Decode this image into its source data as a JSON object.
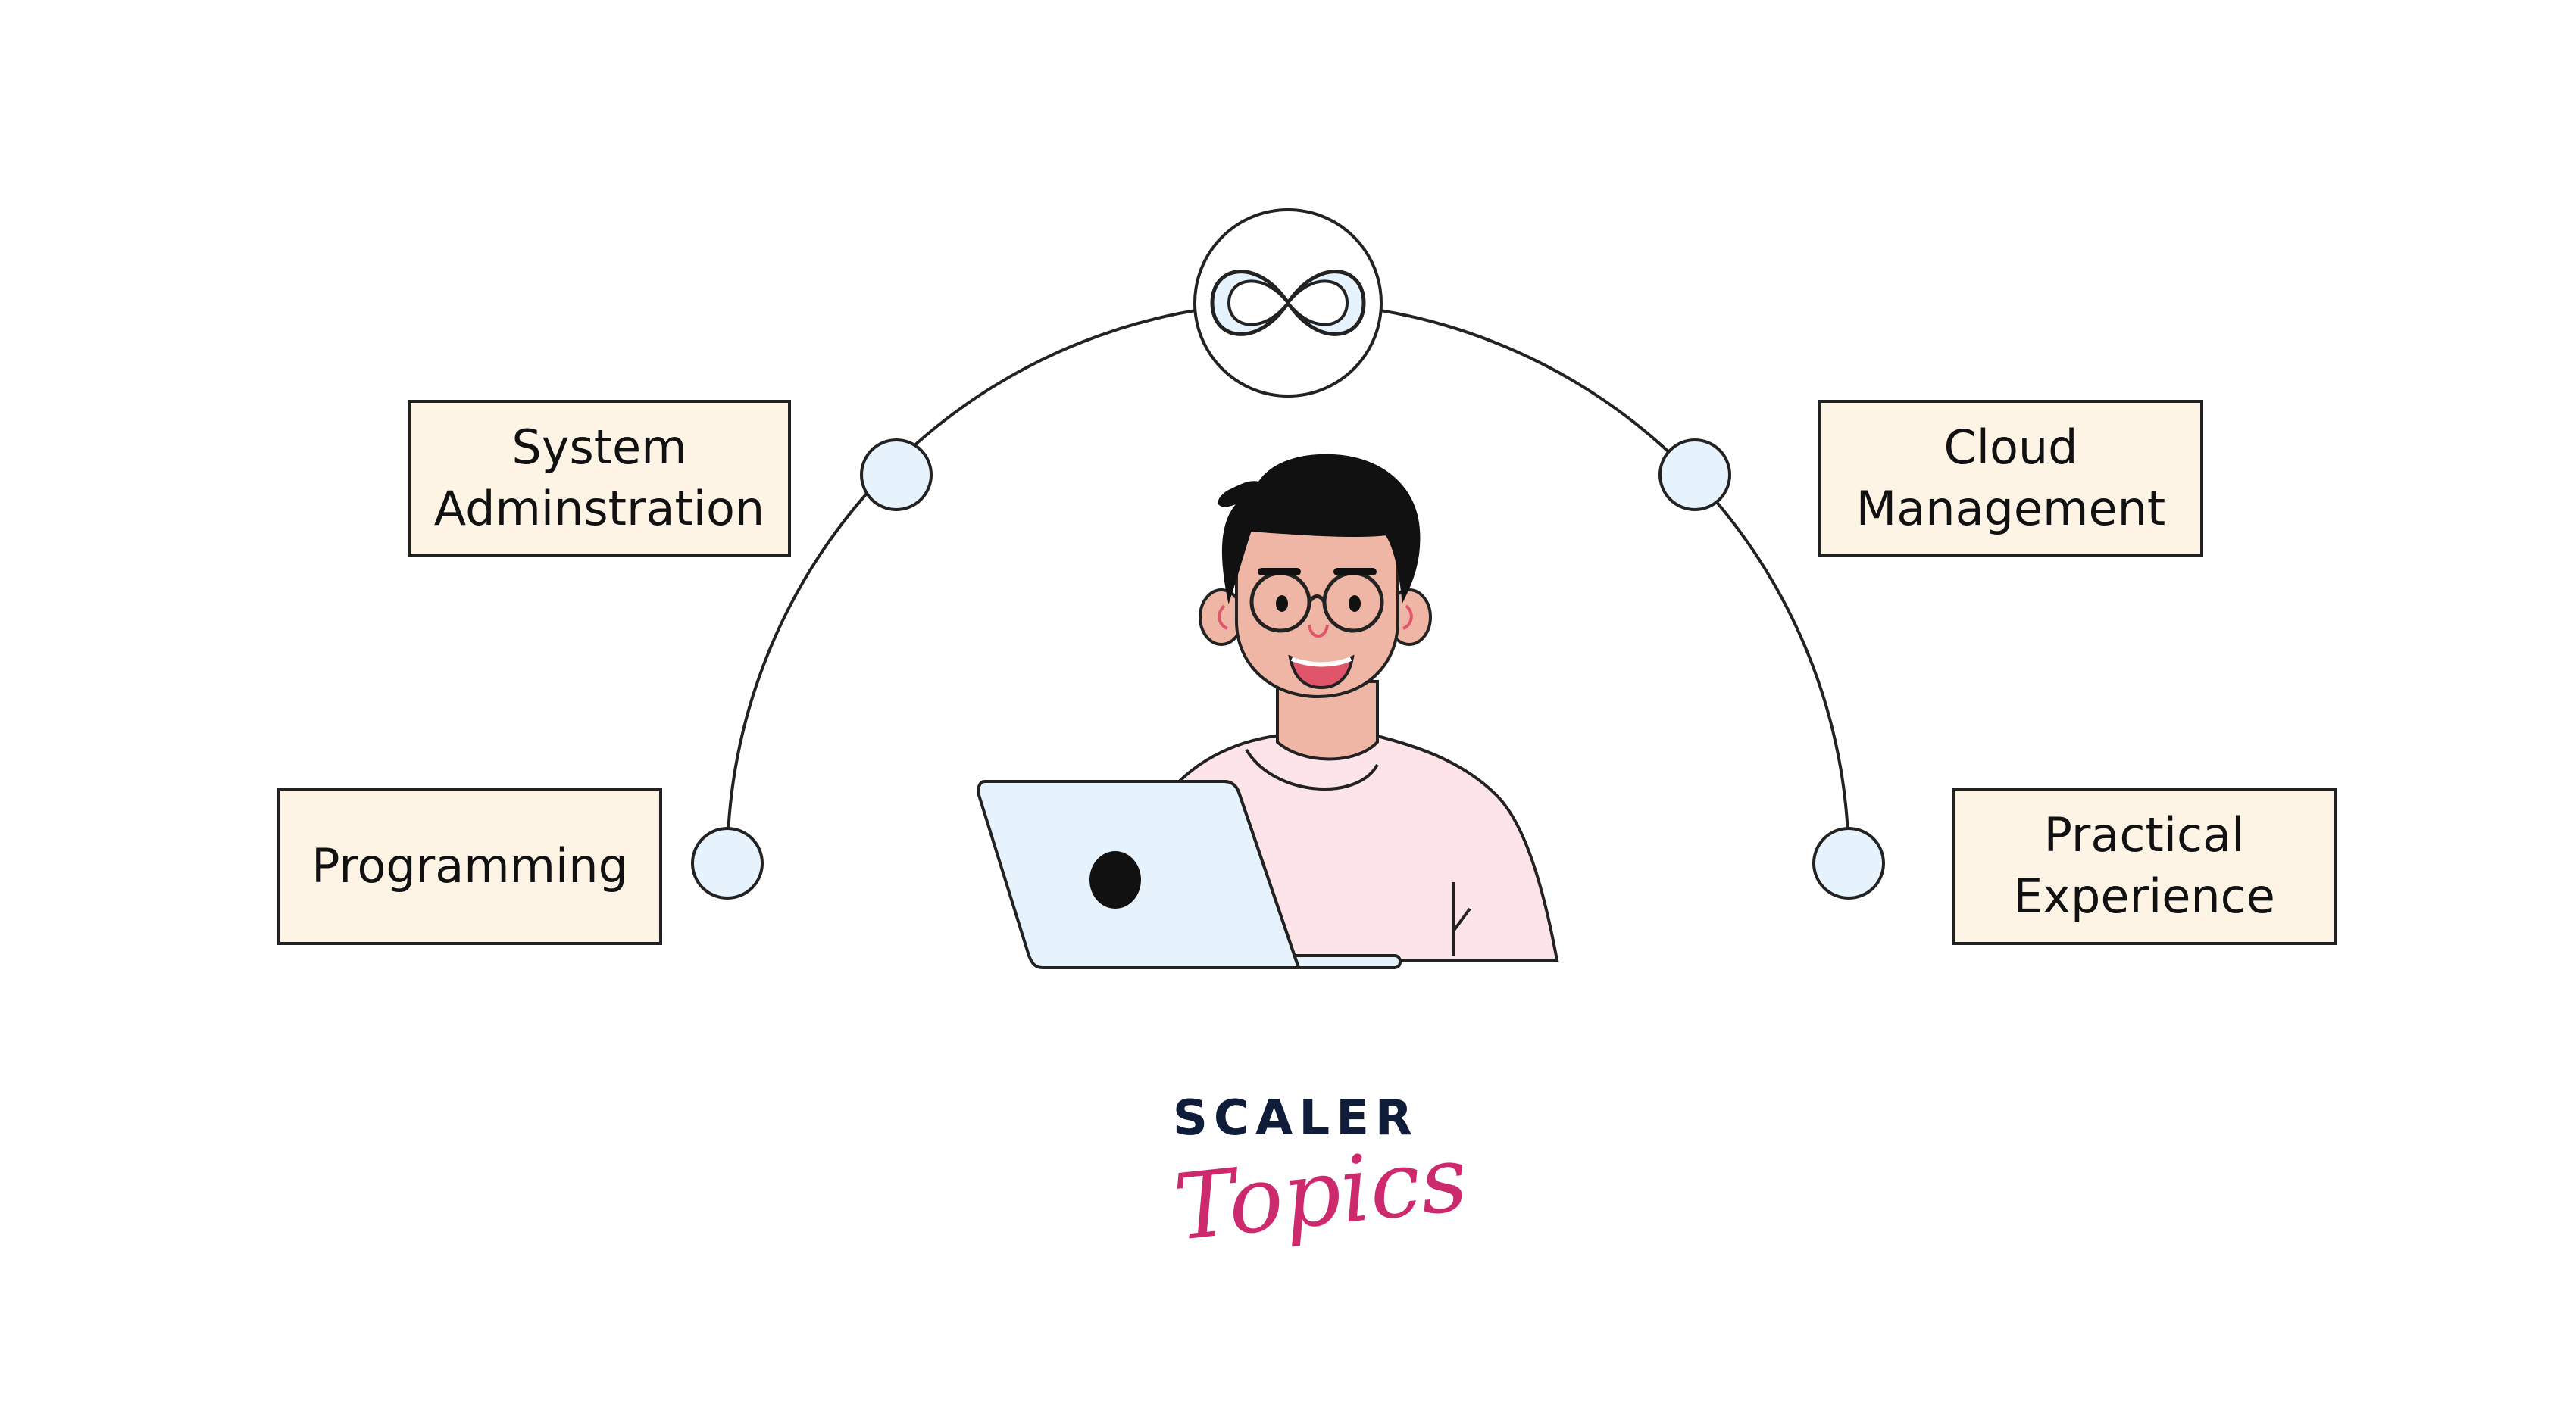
{
  "colors": {
    "line": "#222222",
    "node_fill": "#e6f2fc",
    "box_fill": "#fdf4e6",
    "logo_dark": "#0f1d3a",
    "logo_accent": "#cc2a6c",
    "shirt": "#fde4e8",
    "skin": "#efb6a6",
    "laptop": "#e6f2fc"
  },
  "center_icon": "infinity-icon",
  "skills": {
    "top_left": [
      "System",
      "Adminstration"
    ],
    "top_right": [
      "Cloud",
      "Management"
    ],
    "bottom_left": [
      "Programming"
    ],
    "bottom_right": [
      "Practical",
      "Experience"
    ]
  },
  "logo": {
    "top": "SCALER",
    "bottom": "Topics"
  }
}
